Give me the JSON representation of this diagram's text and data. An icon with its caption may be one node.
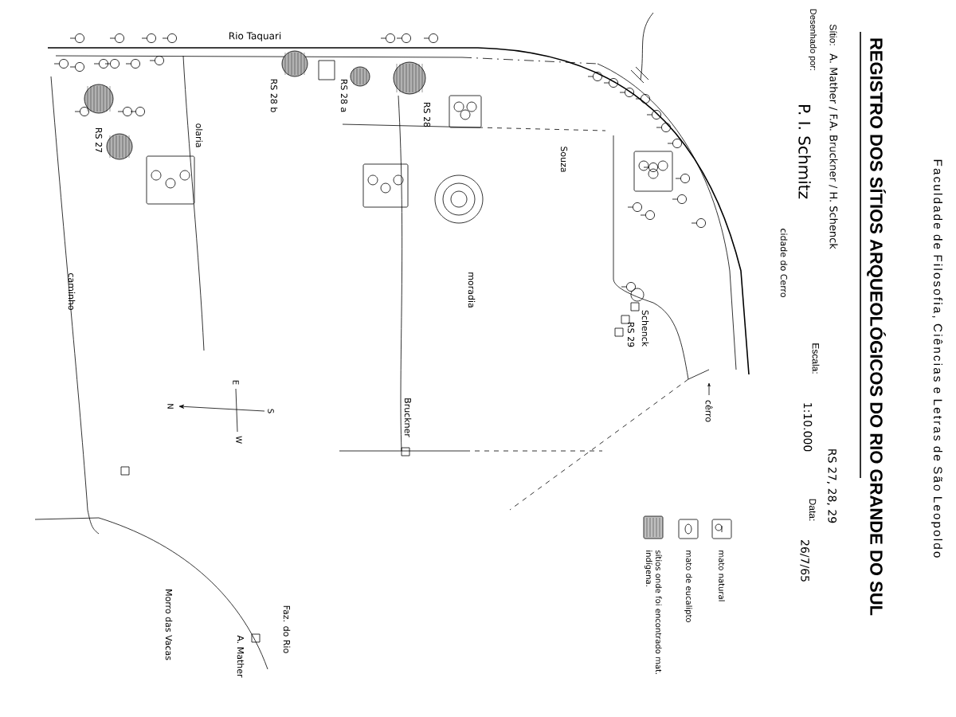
{
  "diagram": {
    "title": "REGISTRO DOS SÍTIOS ARQUEOLÓGICOS DO RIO GRANDE DO SUL",
    "labels": [
      "Faculdade de Filosofia, Ciências e Letras de São Leopoldo",
      "Sítio:",
      "A. Mather / F.A. Bruckner / H. Schenck",
      "Desenhado por:",
      "P. I. Schmitz",
      "cidade do Cerro",
      "Escala:",
      "1:10.000",
      "RS 27, 28, 29",
      "Data:",
      "26/7/65",
      "Rio Taquari",
      "RS 28 b",
      "RS 28 a",
      "RS 28",
      "RS 27",
      "olaria",
      "caminho",
      "Souza",
      "moradia",
      "Bruckner",
      "Schenck",
      "RS 29",
      "cêrro",
      "N",
      "E",
      "S",
      "W",
      "Faz. do Rio",
      "A. Mather",
      "Morro das Vacas"
    ],
    "legend": [
      {
        "text": "mato natural"
      },
      {
        "text": "mato de eucalipto"
      },
      {
        "text": "sítios onde foi encontrado mat. indígena."
      }
    ]
  }
}
